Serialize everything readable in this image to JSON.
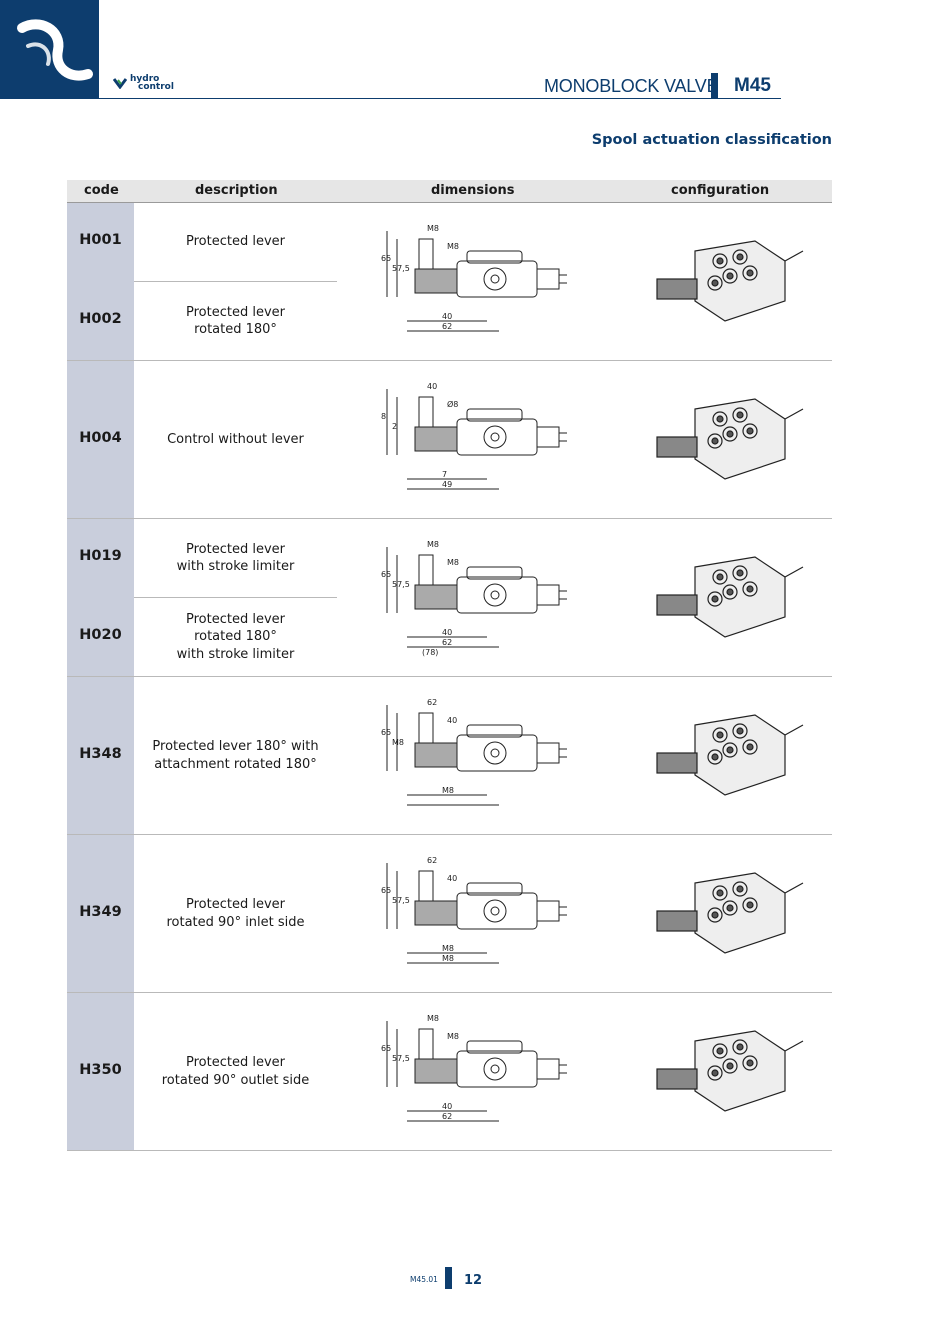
{
  "header": {
    "brand_line1": "hydro",
    "brand_line2": "control",
    "product": "MONOBLOCK VALVE",
    "model": "M45"
  },
  "section_title": "Spool actuation classification",
  "table": {
    "columns": [
      "code",
      "description",
      "dimensions",
      "configuration"
    ],
    "rows": [
      {
        "entries": [
          {
            "code": "H001",
            "desc": [
              "Protected lever"
            ]
          },
          {
            "code": "H002",
            "desc": [
              "Protected lever",
              "rotated 180°"
            ]
          }
        ],
        "dims": [
          "M8",
          "M8",
          "65",
          "57,5",
          "40",
          "62"
        ]
      },
      {
        "entries": [
          {
            "code": "H004",
            "desc": [
              "Control without lever"
            ]
          }
        ],
        "dims": [
          "40",
          "Ø8",
          "8",
          "2",
          "7",
          "49"
        ]
      },
      {
        "entries": [
          {
            "code": "H019",
            "desc": [
              "Protected lever",
              "with stroke limiter"
            ]
          },
          {
            "code": "H020",
            "desc": [
              "Protected lever",
              "rotated 180°",
              "with stroke limiter"
            ]
          }
        ],
        "dims": [
          "M8",
          "M8",
          "65",
          "57,5",
          "40",
          "62",
          "(78)"
        ]
      },
      {
        "entries": [
          {
            "code": "H348",
            "desc": [
              "Protected lever 180° with",
              "attachment rotated 180°"
            ]
          }
        ],
        "dims": [
          "62",
          "40",
          "65",
          "M8",
          "M8"
        ]
      },
      {
        "entries": [
          {
            "code": "H349",
            "desc": [
              "Protected lever",
              "rotated 90° inlet side"
            ]
          }
        ],
        "dims": [
          "62",
          "40",
          "65",
          "57,5",
          "M8",
          "M8"
        ]
      },
      {
        "entries": [
          {
            "code": "H350",
            "desc": [
              "Protected lever",
              "rotated 90° outlet side"
            ]
          }
        ],
        "dims": [
          "M8",
          "M8",
          "65",
          "57,5",
          "40",
          "62"
        ]
      }
    ]
  },
  "footer": {
    "doc_code": "M45.01",
    "page": "12"
  },
  "colors": {
    "brand_blue": "#0d3d6e",
    "code_column": "#c9cedc",
    "header_row": "#e6e6e6"
  }
}
